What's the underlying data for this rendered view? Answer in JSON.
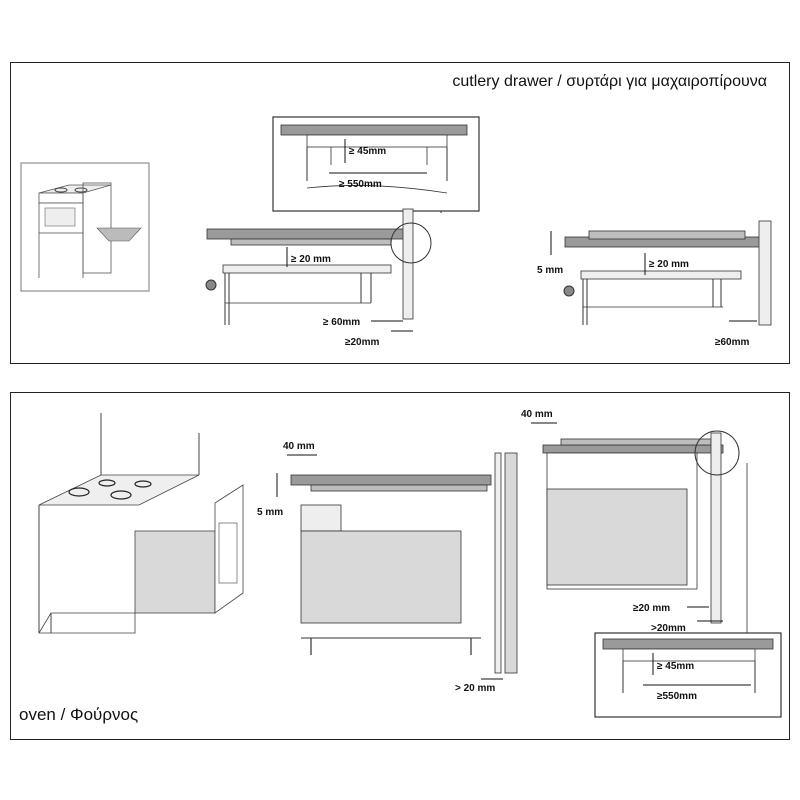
{
  "top_panel": {
    "caption": "cutlery drawer  / συρτάρι για μαχαιροπίρουνα",
    "inset_dims": {
      "gap": "≥ 45mm",
      "width": "≥  550mm"
    },
    "left_dims": {
      "drawer_gap": "≥ 20 mm",
      "rear_gap": "≥ 60mm",
      "side_gap": "≥20mm"
    },
    "right_dims": {
      "drawer_gap": "≥ 20 mm",
      "top_offset": "5 mm",
      "rear_gap": "≥60mm"
    }
  },
  "bottom_panel": {
    "caption": "oven  /  Φούρνος",
    "center_dims": {
      "front_offset": "40 mm",
      "height_offset": "5 mm",
      "rear_gap": "> 20 mm"
    },
    "right_dims": {
      "front_offset": "40 mm",
      "gap_a": "≥20 mm",
      "gap_b": ">20mm"
    },
    "inset_dims": {
      "gap": "≥ 45mm",
      "width": "≥550mm"
    }
  },
  "colors": {
    "line": "#333333",
    "countertop": "#9a9a9a",
    "hob": "#bdbdbd",
    "appliance": "#d9d9d9"
  }
}
